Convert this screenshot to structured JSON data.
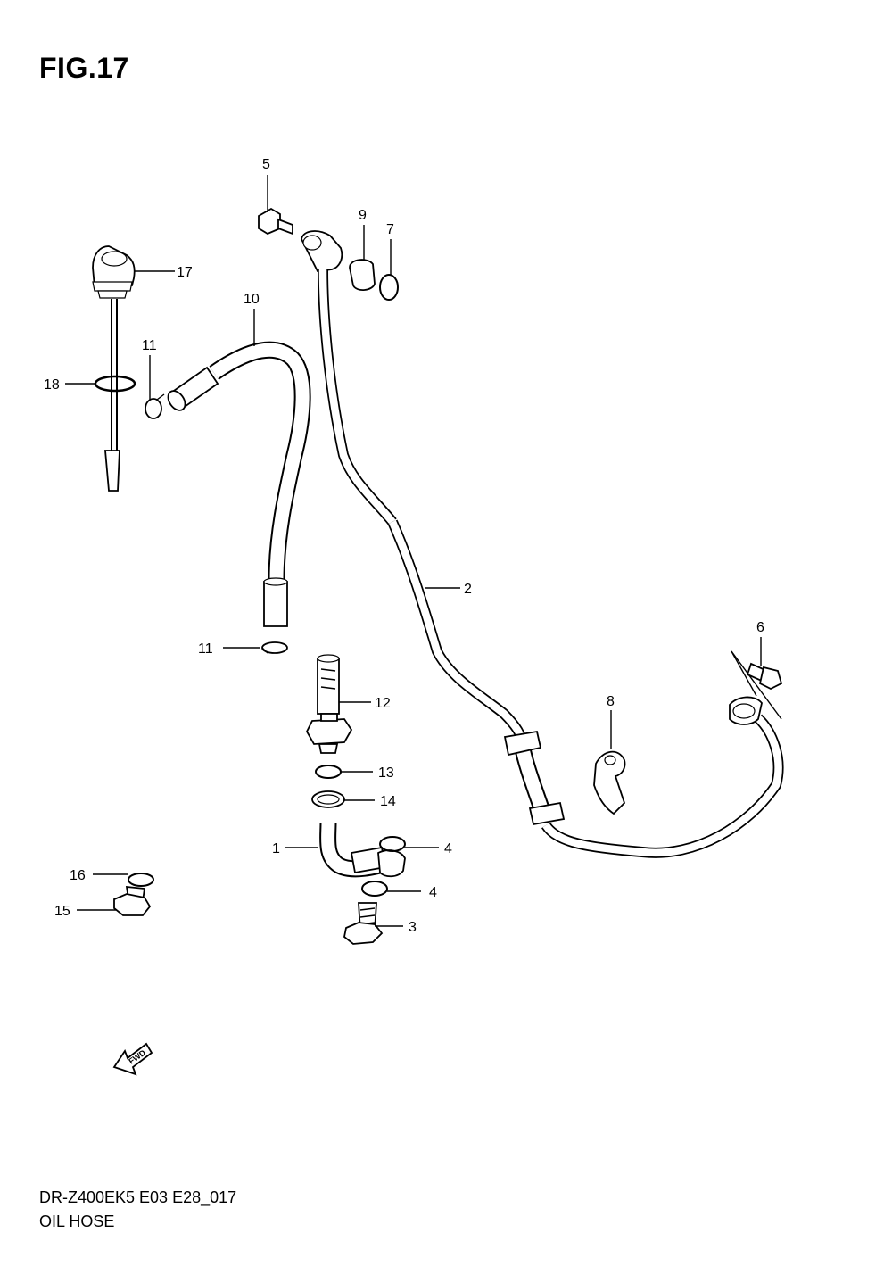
{
  "title": "FIG.17",
  "footer": {
    "model": "DR-Z400EK5 E03 E28_017",
    "name": "OIL HOSE"
  },
  "fwd_label": "FWD",
  "callouts": [
    {
      "id": "c1",
      "label": "1"
    },
    {
      "id": "c2",
      "label": "2"
    },
    {
      "id": "c3",
      "label": "3"
    },
    {
      "id": "c4a",
      "label": "4"
    },
    {
      "id": "c4b",
      "label": "4"
    },
    {
      "id": "c5",
      "label": "5"
    },
    {
      "id": "c6",
      "label": "6"
    },
    {
      "id": "c7",
      "label": "7"
    },
    {
      "id": "c8",
      "label": "8"
    },
    {
      "id": "c9",
      "label": "9"
    },
    {
      "id": "c10",
      "label": "10"
    },
    {
      "id": "c11a",
      "label": "11"
    },
    {
      "id": "c11b",
      "label": "11"
    },
    {
      "id": "c12",
      "label": "12"
    },
    {
      "id": "c13",
      "label": "13"
    },
    {
      "id": "c14",
      "label": "14"
    },
    {
      "id": "c15",
      "label": "15"
    },
    {
      "id": "c16",
      "label": "16"
    },
    {
      "id": "c17",
      "label": "17"
    },
    {
      "id": "c18",
      "label": "18"
    }
  ]
}
